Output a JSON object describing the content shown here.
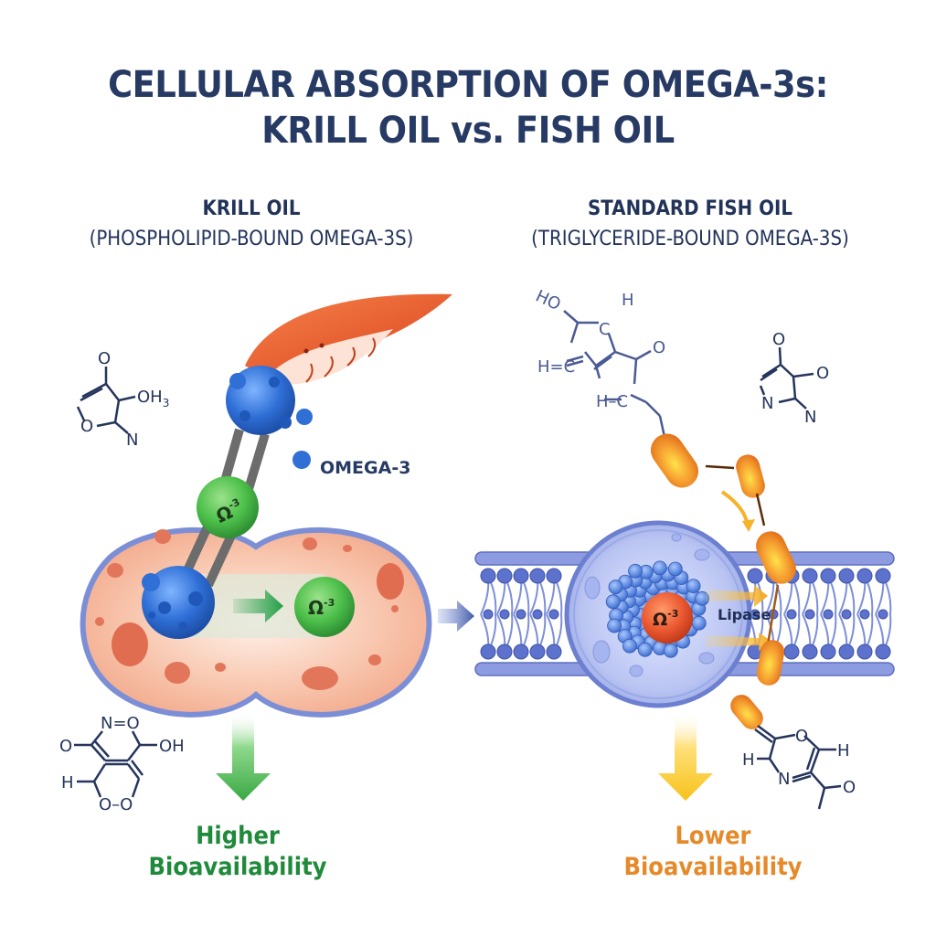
{
  "title": {
    "line1": "CELLULAR ABSORPTION OF OMEGA-3s:",
    "line2": "KRILL OIL vs. FISH OIL"
  },
  "left_panel": {
    "heading": "KRILL OIL",
    "subheading": "(PHOSPHOLIPID-BOUND OMEGA-3S)",
    "molecule_label": "OMEGA-3",
    "omega_symbol": "Ω",
    "omega_sup": "-3",
    "result_line1": "Higher",
    "result_line2": "Bioavailability",
    "result_color": "#1f8a3a",
    "chem_top": {
      "o": "O",
      "oh3": "OH",
      "sub3": "3",
      "ring_o": "O",
      "n": "N"
    },
    "chem_bottom": {
      "n_o": "N=O",
      "o_left": "O",
      "oh": "OH",
      "h": "H",
      "o_o": "O–O"
    }
  },
  "right_panel": {
    "heading": "STANDARD FISH OIL",
    "subheading": "(TRIGLYCERIDE-BOUND OMEGA-3S)",
    "enzyme_label": "Lipase",
    "omega_symbol": "Ω",
    "omega_sup": "-3",
    "result_line1": "Lower",
    "result_line2": "Bioavailability",
    "result_color": "#e58a2b",
    "chem_top": {
      "ho": "HO",
      "h_top": "H",
      "c1": "C",
      "hc": "H=C",
      "o": "O",
      "hc2": "H–C"
    },
    "chem_right": {
      "o": "O",
      "o2": "O",
      "n": "N",
      "n2": "N"
    },
    "chem_bottom": {
      "o": "O",
      "h_right": "H",
      "h_left": "H",
      "n": "N",
      "o2": "O"
    }
  },
  "colors": {
    "title": "#263a63",
    "cell_fill": "#f6b89c",
    "membrane": "#7c8fd6",
    "krill": "#e8562a",
    "phospho_blue": "#2f6fd6",
    "omega_green": "#4cbf4a",
    "capsule_orange": "#f29a2e"
  }
}
